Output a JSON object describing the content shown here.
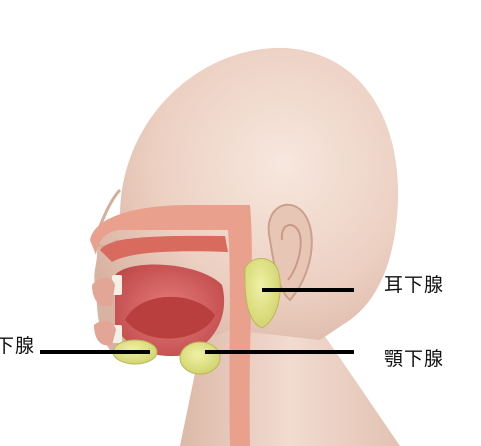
{
  "labels": {
    "parotid": "耳下腺",
    "submandibular": "顎下腺",
    "sublingual": "下腺"
  }
}
